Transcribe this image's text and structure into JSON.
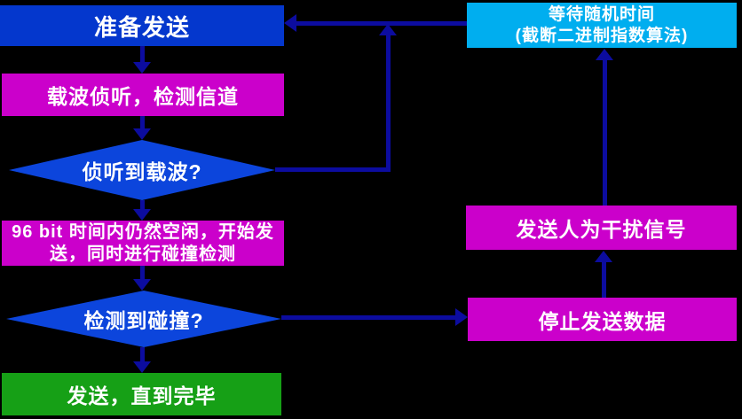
{
  "diagram": {
    "type": "flowchart",
    "nodes": {
      "prepare": {
        "label": "准备发送"
      },
      "carrier_sense": {
        "label": "载波侦听，检测信道"
      },
      "carrier_question": {
        "label": "侦听到载波?"
      },
      "idle_send": {
        "line1": "96 bit 时间内仍然空闲，开始发",
        "line2": "送，同时进行碰撞检测"
      },
      "collision_question": {
        "label": "检测到碰撞?"
      },
      "send_done": {
        "label": "发送，直到完毕"
      },
      "wait_random": {
        "line1": "等待随机时间",
        "line2": "(截断二进制指数算法)"
      },
      "jam_signal": {
        "label": "发送人为干扰信号"
      },
      "stop_send": {
        "label": "停止发送数据"
      }
    },
    "colors": {
      "background": "#000000",
      "process_box_blue": "#0437CD",
      "decision_diamond_blue": "#0C45DC",
      "process_box_magenta": "#CB00CB",
      "terminal_box_green": "#16A016",
      "wait_box_cyan": "#00AEEF",
      "arrow_navy": "#0C0C9F",
      "text": "#FFFFFF"
    }
  }
}
